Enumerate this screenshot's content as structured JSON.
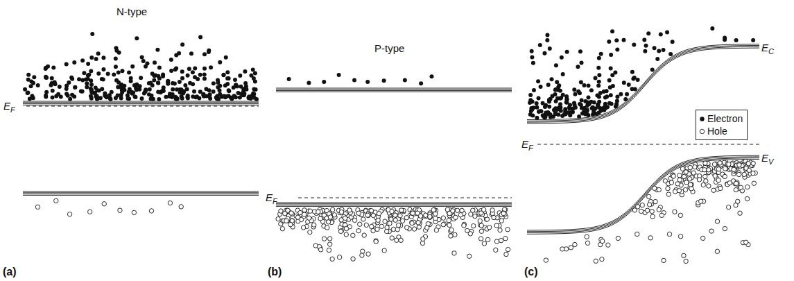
{
  "diagram": {
    "labels": [
      "N-type",
      "E",
      "F",
      "(a)",
      "P-type",
      "E",
      "F",
      "(b)",
      "E",
      "F",
      "E",
      "C",
      "E",
      "V",
      "(c)"
    ],
    "legend": [
      {
        "text": "Electron"
      },
      {
        "text": "Hole"
      }
    ]
  }
}
